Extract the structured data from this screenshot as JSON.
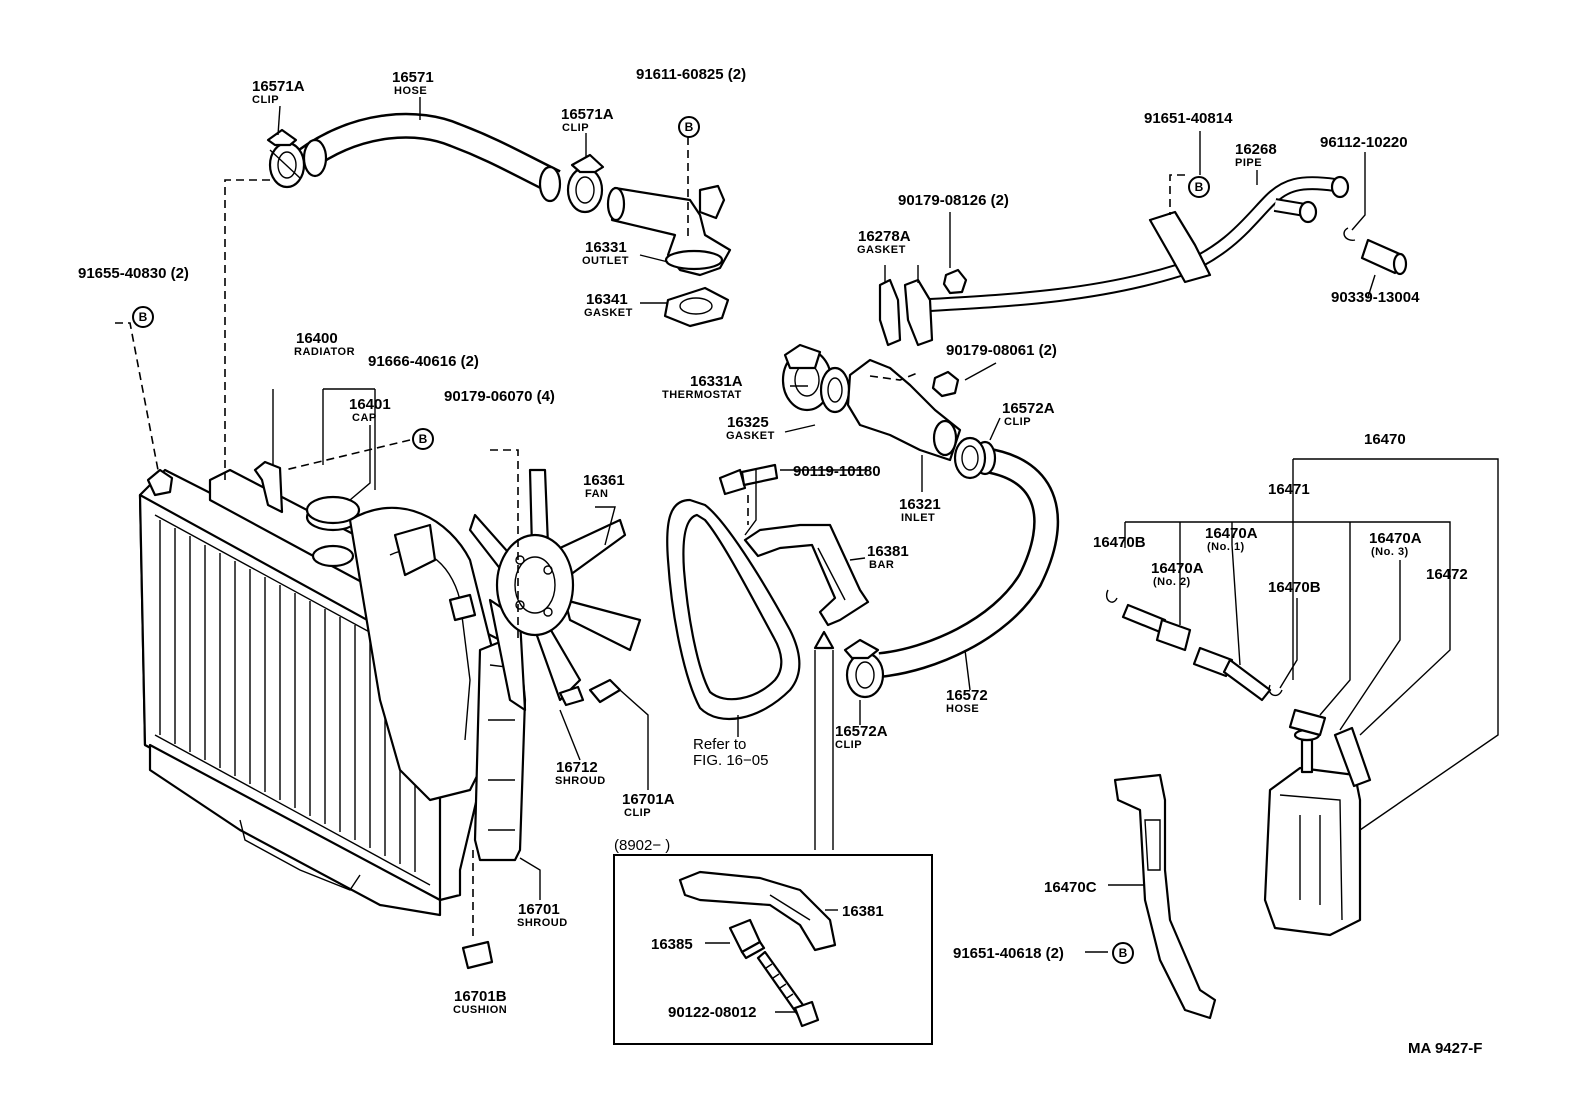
{
  "diagram_code": "MA 9427-F",
  "refer_note": {
    "line1": "Refer to",
    "line2": "FIG. 16−05"
  },
  "inset": {
    "title": "(8902−        )"
  },
  "bolt_marker": "B",
  "labels": {
    "p16571A_top": {
      "num": "16571A",
      "sub": "CLIP"
    },
    "p16571": {
      "num": "16571",
      "sub": "HOSE"
    },
    "p16571A_mid": {
      "num": "16571A",
      "sub": "CLIP"
    },
    "p91611": {
      "num": "91611-60825 (2)"
    },
    "p16331": {
      "num": "16331",
      "sub": "OUTLET"
    },
    "p16341": {
      "num": "16341",
      "sub": "GASKET"
    },
    "p91655": {
      "num": "91655-40830 (2)"
    },
    "p16400": {
      "num": "16400",
      "sub": "RADIATOR"
    },
    "p91666": {
      "num": "91666-40616 (2)"
    },
    "p16401": {
      "num": "16401",
      "sub": "CAP"
    },
    "p90179_06070": {
      "num": "90179-06070 (4)"
    },
    "p16361": {
      "num": "16361",
      "sub": "FAN"
    },
    "p90179_08126": {
      "num": "90179-08126 (2)"
    },
    "p16278A": {
      "num": "16278A",
      "sub": "GASKET"
    },
    "p91651_40814": {
      "num": "91651-40814"
    },
    "p16268": {
      "num": "16268",
      "sub": "PIPE"
    },
    "p96112": {
      "num": "96112-10220"
    },
    "p90339": {
      "num": "90339-13004"
    },
    "p90179_08061": {
      "num": "90179-08061 (2)"
    },
    "p16331A": {
      "num": "16331A",
      "sub": "THERMOSTAT"
    },
    "p16325": {
      "num": "16325",
      "sub": "GASKET"
    },
    "p16572A_top": {
      "num": "16572A",
      "sub": "CLIP"
    },
    "p90119": {
      "num": "90119-10180"
    },
    "p16321": {
      "num": "16321",
      "sub": "INLET"
    },
    "p16381": {
      "num": "16381",
      "sub": "BAR"
    },
    "p16572": {
      "num": "16572",
      "sub": "HOSE"
    },
    "p16572A_bot": {
      "num": "16572A",
      "sub": "CLIP"
    },
    "p16712": {
      "num": "16712",
      "sub": "SHROUD"
    },
    "p16701A": {
      "num": "16701A",
      "sub": "CLIP"
    },
    "p16701": {
      "num": "16701",
      "sub": "SHROUD"
    },
    "p16701B": {
      "num": "16701B",
      "sub": "CUSHION"
    },
    "p16470": {
      "num": "16470"
    },
    "p16471": {
      "num": "16471"
    },
    "p16470B_left": {
      "num": "16470B"
    },
    "p16470A_no1": {
      "num": "16470A",
      "sub": "(No. 1)"
    },
    "p16470A_no2": {
      "num": "16470A",
      "sub": "(No. 2)"
    },
    "p16470A_no3": {
      "num": "16470A",
      "sub": "(No. 3)"
    },
    "p16470B_right": {
      "num": "16470B"
    },
    "p16472": {
      "num": "16472"
    },
    "p16470C": {
      "num": "16470C"
    },
    "p91651_40618": {
      "num": "91651-40618 (2)"
    },
    "p16381_inset": {
      "num": "16381"
    },
    "p16385": {
      "num": "16385"
    },
    "p90122": {
      "num": "90122-08012"
    }
  }
}
